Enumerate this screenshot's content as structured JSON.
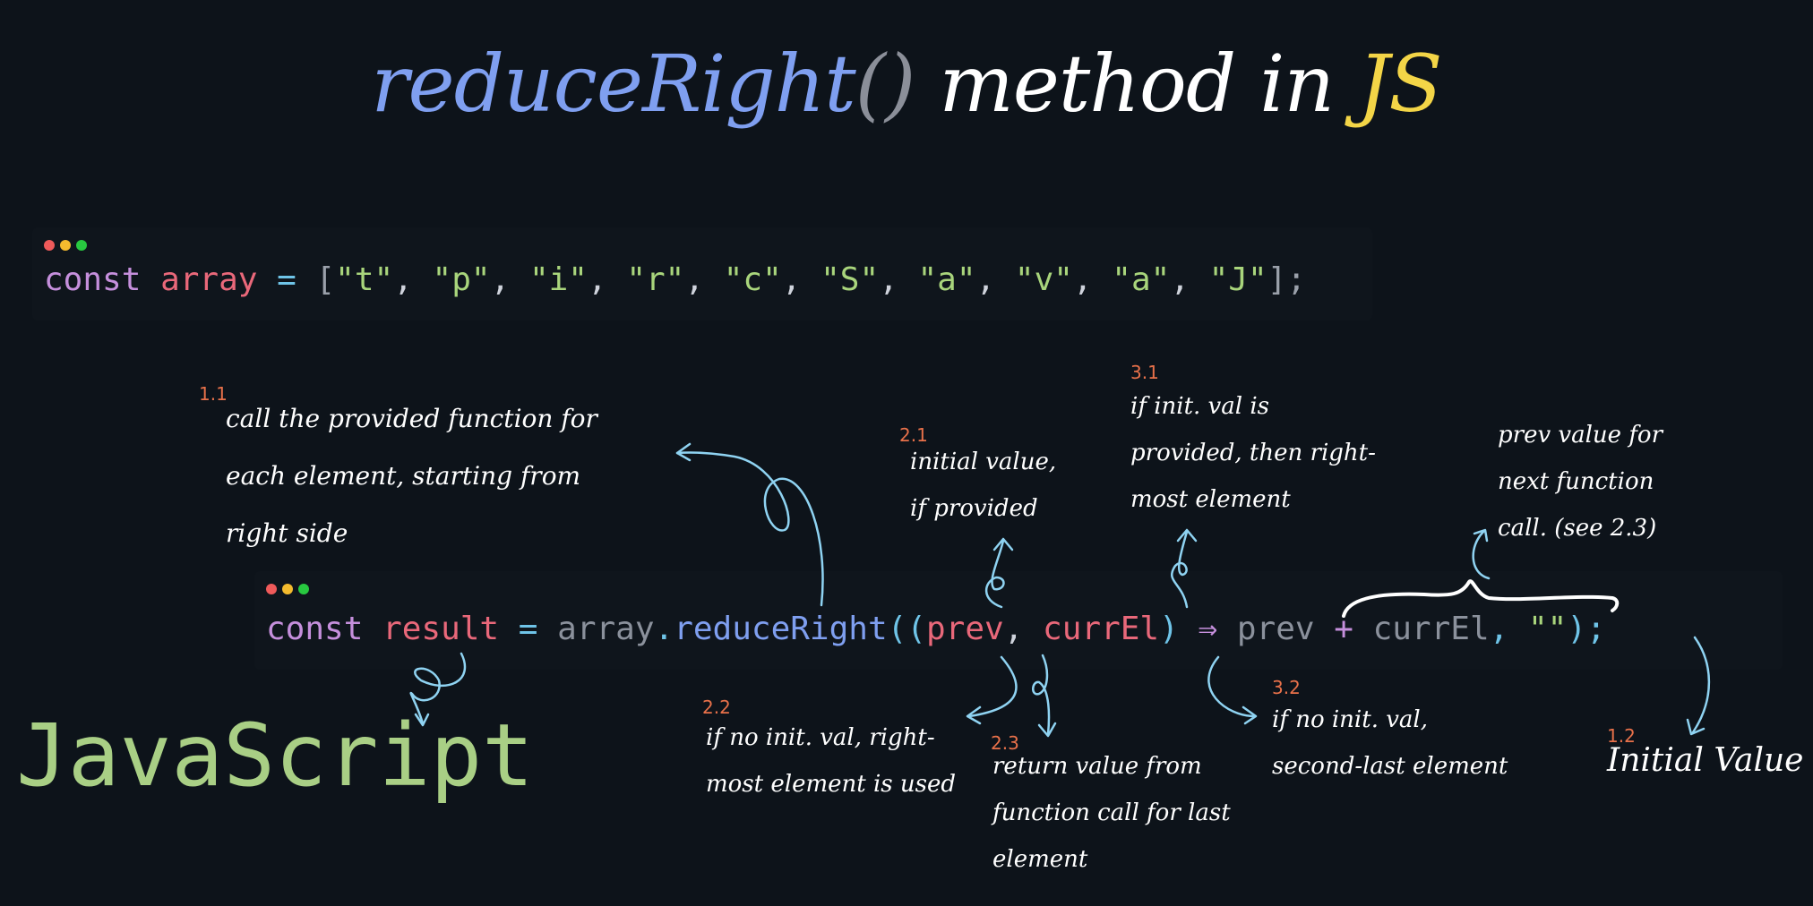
{
  "title": {
    "method": "reduceRight",
    "parens": "()",
    "middle": " method in ",
    "lang": "JS"
  },
  "code1": {
    "kw": "const",
    "name": "array",
    "eq": " = ",
    "open": "[",
    "items": [
      "\"t\"",
      "\"p\"",
      "\"i\"",
      "\"r\"",
      "\"c\"",
      "\"S\"",
      "\"a\"",
      "\"v\"",
      "\"a\"",
      "\"J\""
    ],
    "sep": ", ",
    "close": "];"
  },
  "code2": {
    "kw": "const",
    "name": "result",
    "eq": " = ",
    "obj": "array",
    "dot": ".",
    "method": "reduceRight",
    "open": "((",
    "p1": "prev",
    "comma": ", ",
    "p2": "currEl",
    "close": ")",
    "arrow": "⇒",
    "body1": "prev",
    "plus": " + ",
    "body2": "currEl",
    "sep": ", ",
    "init": "\"\"",
    "end": ");"
  },
  "notes": [
    {
      "num": "1.1",
      "text": "call the provided function for\neach element, starting from\nright side"
    },
    {
      "num": "2.1",
      "text": "initial value,\nif provided"
    },
    {
      "num": "3.1",
      "text": "if init. val is\nprovided, then right-\nmost element"
    },
    {
      "num": "",
      "text": "prev value for\nnext function\ncall. (see 2.3)"
    },
    {
      "num": "2.2",
      "text": "if no init. val, right-\nmost element is used"
    },
    {
      "num": "2.3",
      "text": "return value from\nfunction call for last\nelement"
    },
    {
      "num": "3.2",
      "text": "if no init. val,\nsecond-last element"
    },
    {
      "num": "1.2",
      "text": "Initial Value"
    }
  ],
  "logo": "JavaScript",
  "colors": {
    "background": "#0d131a",
    "accent_arrow": "#8fd3f2",
    "number": "#e8714a"
  }
}
